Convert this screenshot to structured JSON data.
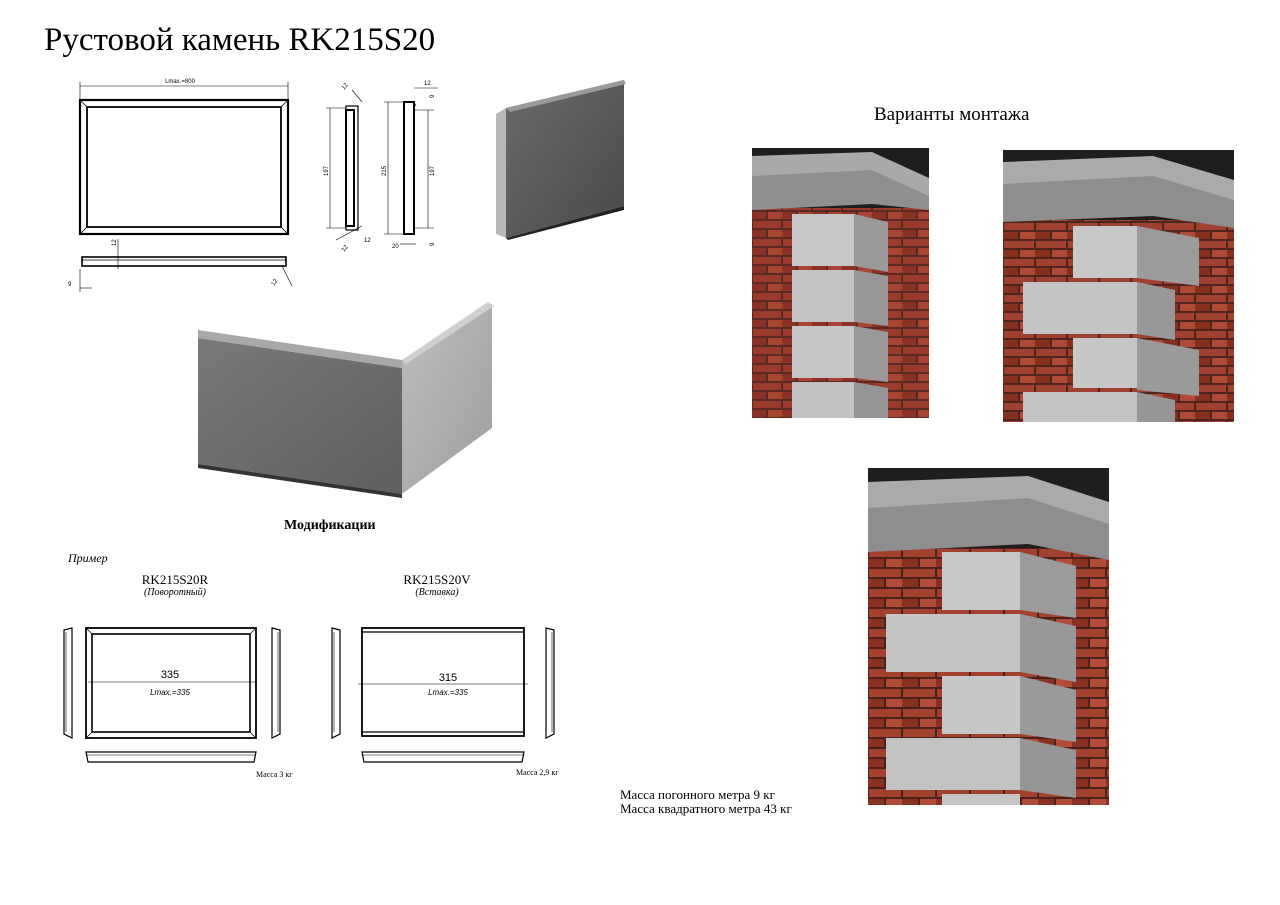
{
  "title": "Рустовой камень RK215S20",
  "drawing": {
    "lmax": "Lmax.=800",
    "dim_12": "12",
    "dim_9": "9",
    "dim_197": "197",
    "dim_215": "215",
    "dim_20": "20"
  },
  "variants": {
    "title": "Варианты монтажа"
  },
  "modifications": {
    "title": "Модификации",
    "example_label": "Пример",
    "items": [
      {
        "code": "RK215S20R",
        "subtitle": "(Поворотный)",
        "width": "335",
        "lmax": "Lmax.=335",
        "mass": "Масса 3 кг"
      },
      {
        "code": "RK215S20V",
        "subtitle": "(Вставка)",
        "width": "315",
        "lmax": "Lmax.=335",
        "mass": "Масса 2,9 кг"
      }
    ]
  },
  "mass_info": {
    "linear": "Масса погонного метра 9 кг",
    "square": "Масса квадратного метра 43 кг"
  },
  "colors": {
    "stone_light": "#c9c9c9",
    "stone_mid": "#9a9a9a",
    "stone_dark": "#555555",
    "brick": "#8a3a2a"
  }
}
